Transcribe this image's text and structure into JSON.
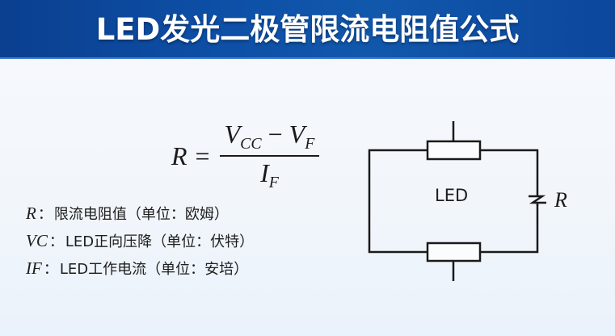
{
  "header": {
    "title": "LED发光二极管限流电阻值公式",
    "background_color": "#0d4fa6"
  },
  "formula": {
    "lhs": "R",
    "equals": "=",
    "numerator": {
      "term1": "V",
      "term1_sub": "CC",
      "operator": "−",
      "term2": "V",
      "term2_sub": "F"
    },
    "denominator": {
      "term": "I",
      "term_sub": "F"
    }
  },
  "legend": [
    {
      "symbol": "R",
      "sub": "",
      "colon": "：",
      "desc": "限流电阻值（单位：欧姆）"
    },
    {
      "symbol": "V",
      "sub": "C",
      "colon": "：",
      "desc": "LED正向压降（单位：伏特）"
    },
    {
      "symbol": "I",
      "sub": "F",
      "colon": "：",
      "desc": "LED工作电流（单位：安培）"
    }
  ],
  "circuit": {
    "center_label": "LED",
    "resistor_label": "R",
    "line_color": "#1a1a1a"
  }
}
